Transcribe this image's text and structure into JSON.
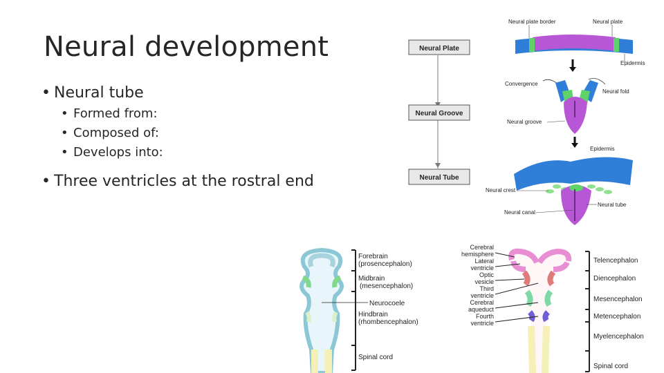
{
  "slide": {
    "title": "Neural development",
    "bullets": [
      {
        "text": "Neural tube",
        "sub": [
          "Formed from:",
          "Composed of:",
          "Develops into:"
        ]
      },
      {
        "text": "Three ventricles at the rostral end",
        "sub": []
      }
    ]
  },
  "flow_figure": {
    "boxes": [
      "Neural Plate",
      "Neural Groove",
      "Neural Tube"
    ],
    "labels": {
      "plate_border": "Neural plate border",
      "plate": "Neural plate",
      "epidermis_top": "Epidermis",
      "convergence": "Convergence",
      "fold": "Neural fold",
      "groove": "Neural groove",
      "epidermis_mid": "Epidermis",
      "crest": "Neural crest",
      "tube": "Neural tube",
      "canal": "Neural canal"
    }
  },
  "early_brain_figure": {
    "labels": {
      "forebrain": "Forebrain",
      "forebrain_sci": "(prosencephalon)",
      "midbrain": "Midbrain",
      "midbrain_sci": "(mesencephalon)",
      "neurocoele": "Neurocoele",
      "hindbrain": "Hindbrain",
      "hindbrain_sci": "(rhombencephalon)",
      "spinal": "Spinal cord"
    }
  },
  "late_brain_figure": {
    "left_labels": {
      "cerebral_hemisphere_1": "Cerebral",
      "cerebral_hemisphere_2": "hemisphere",
      "lateral_ventricle_1": "Lateral",
      "lateral_ventricle_2": "ventricle",
      "optic_vesicle_1": "Optic",
      "optic_vesicle_2": "vesicle",
      "third_ventricle_1": "Third",
      "third_ventricle_2": "ventricle",
      "cerebral_aqueduct_1": "Cerebral",
      "cerebral_aqueduct_2": "aqueduct",
      "fourth_ventricle_1": "Fourth",
      "fourth_ventricle_2": "ventricle"
    },
    "right_labels": [
      "Telencephalon",
      "Diencephalon",
      "Mesencephalon",
      "Metencephalon",
      "Myelencephalon",
      "Spinal cord"
    ]
  }
}
